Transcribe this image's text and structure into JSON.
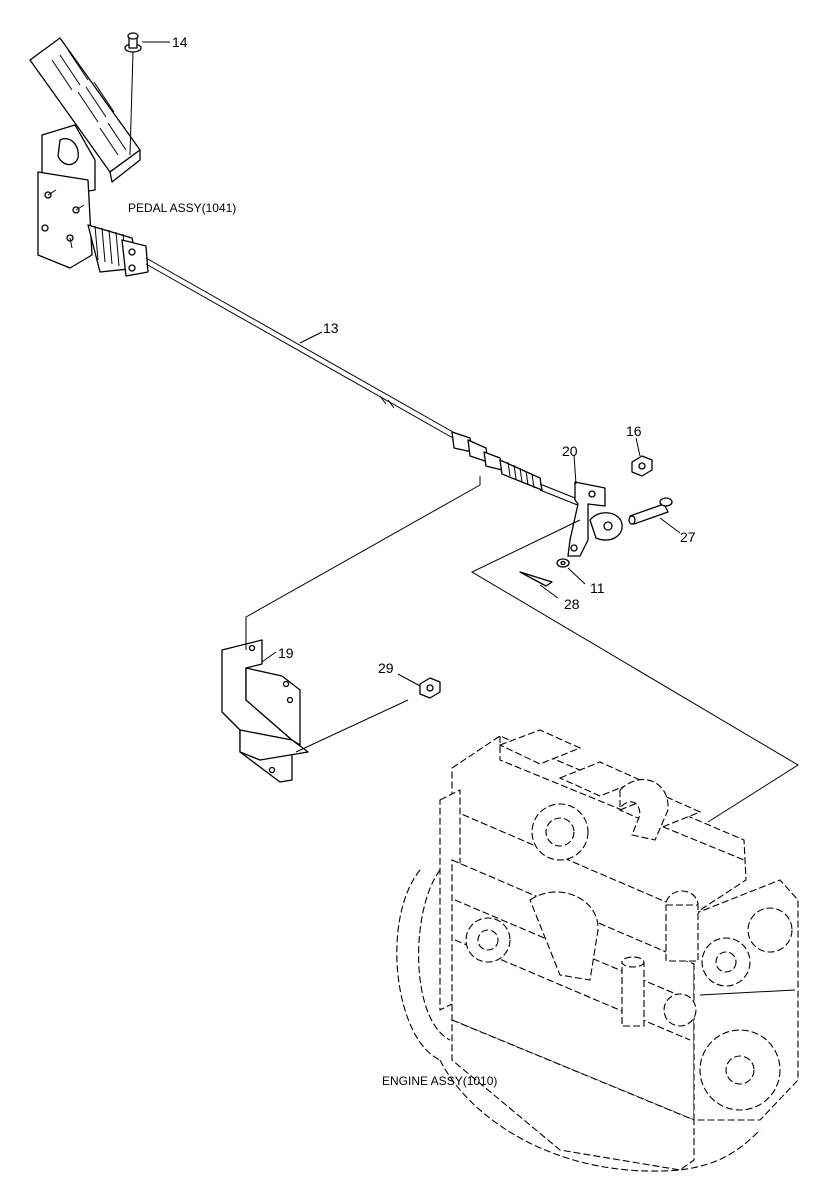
{
  "labels": {
    "p14": "14",
    "pedal": "PEDAL ASSY(1041)",
    "p13": "13",
    "p20": "20",
    "p16": "16",
    "p27": "27",
    "p11": "11",
    "p28": "28",
    "p19": "19",
    "p29": "29",
    "engine": "ENGINE ASSY(1010)"
  }
}
